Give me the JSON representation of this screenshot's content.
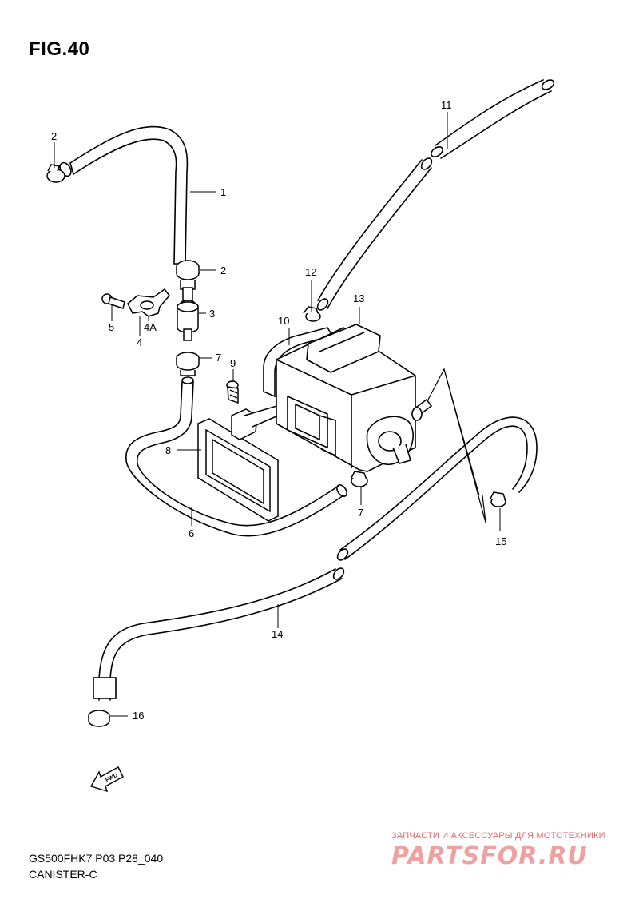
{
  "figure": {
    "title": "FIG.40"
  },
  "callouts": {
    "c1": "1",
    "c2a": "2",
    "c2b": "2",
    "c3": "3",
    "c4": "4",
    "c4a": "4A",
    "c5": "5",
    "c6": "6",
    "c7a": "7",
    "c7b": "7",
    "c8": "8",
    "c9": "9",
    "c10": "10",
    "c11": "11",
    "c12": "12",
    "c13": "13",
    "c14": "14",
    "c15": "15",
    "c16": "16"
  },
  "fwd_label": "FWD",
  "footer": {
    "model_code": "GS500FHK7 P03 P28_040",
    "section_name": "CANISTER-C"
  },
  "watermark": {
    "tagline": "ЗАПЧАСТИ И АКСЕССУАРЫ ДЛЯ МОТОТЕХНИКИ",
    "brand": "PARTSFOR.RU"
  },
  "colors": {
    "line": "#000000",
    "background": "#ffffff",
    "watermark_text": "#e06a6a",
    "watermark_brand": "#f0a0a0"
  }
}
